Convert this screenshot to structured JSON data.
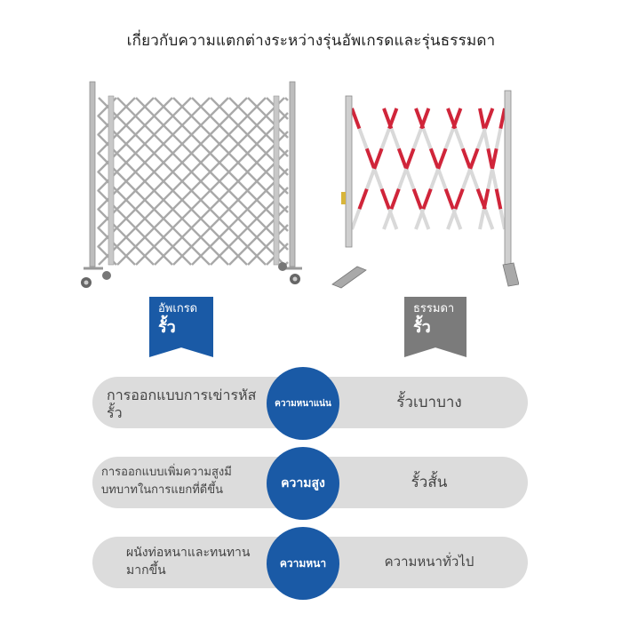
{
  "title": "เกี่ยวกับความแตกต่างระหว่างรุ่นอัพเกรดและรุ่นธรรมดา",
  "badges": {
    "upgrade": {
      "line1": "อัพเกรด",
      "line2": "รั้ว"
    },
    "standard": {
      "line1": "ธรรมดา",
      "line2": "รั้ว"
    }
  },
  "rows": [
    {
      "upgrade": "การออกแบบการเข่ารหัสรั้ว",
      "feature": "ความหนาแน่น",
      "standard": "รั้วเบาบาง"
    },
    {
      "upgrade": "การออกแบบเพิ่มความสูงมีบทบาทในการแยกที่ดีขึ้น",
      "feature": "ความสูง",
      "standard": "รั้วสั้น"
    },
    {
      "upgrade": "ผนังท่อหนาและทนทานมากขึ้น",
      "feature": "ความหนา",
      "standard": "ความหนาทั่วไป"
    }
  ],
  "colors": {
    "accent": "#1a5aa6",
    "standard_badge": "#7b7b7b",
    "row_bg": "#dcdcdc",
    "stripe_red": "#d0253a"
  }
}
